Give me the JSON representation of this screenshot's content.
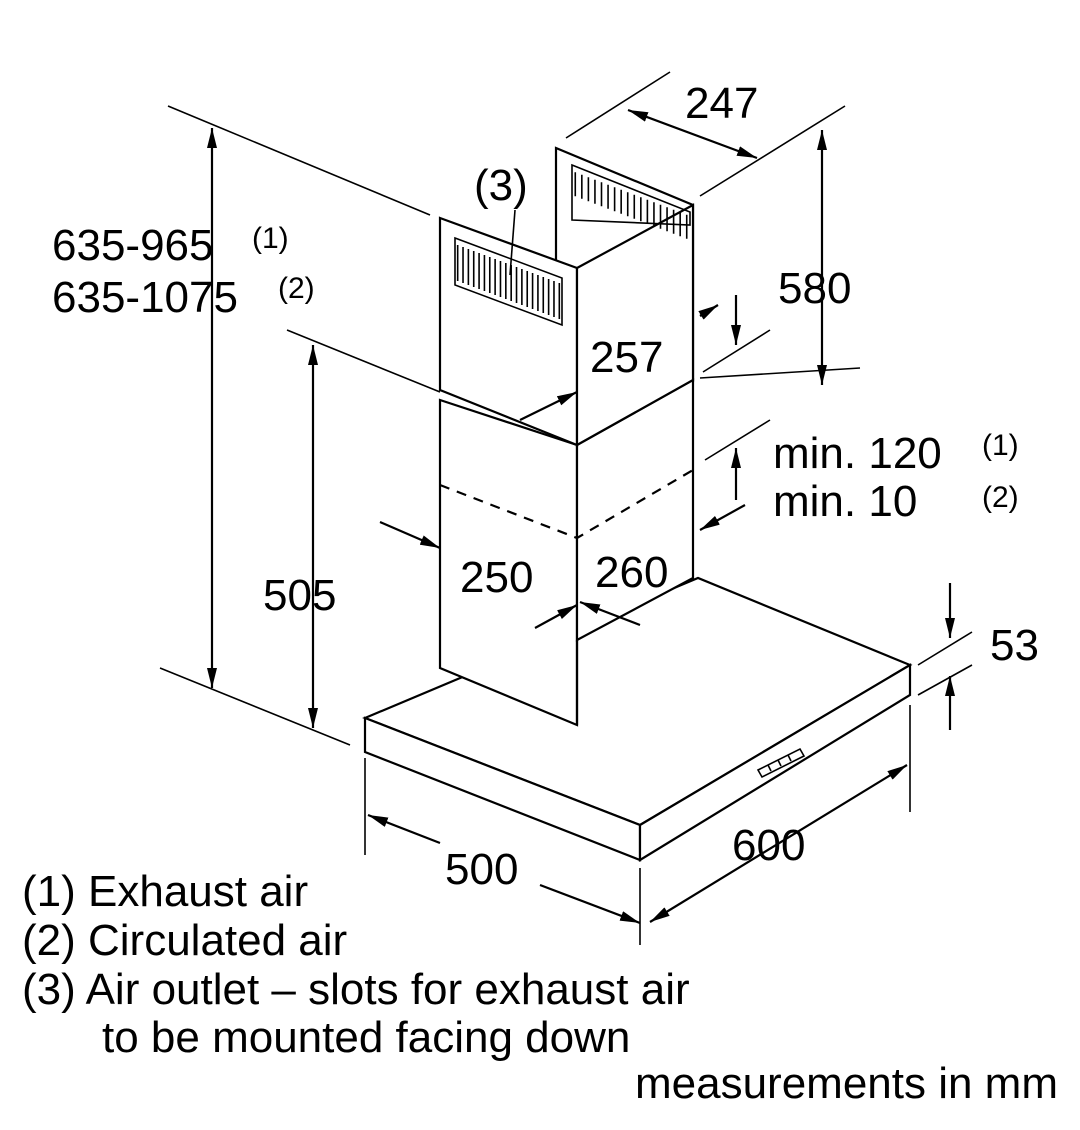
{
  "dimensions": {
    "chimney_depth": "247",
    "outlet_ref": "(3)",
    "total_height_1": "635-965",
    "total_height_1_note": "(1)",
    "total_height_2": "635-1075",
    "total_height_2_note": "(2)",
    "upper_chimney_height": "580",
    "upper_chimney_width": "257",
    "overlap_1": "min. 120",
    "overlap_1_note": "(1)",
    "overlap_2": "min. 10",
    "overlap_2_note": "(2)",
    "lower_chimney_height": "505",
    "lower_chimney_depth": "250",
    "lower_chimney_width": "260",
    "hood_thickness": "53",
    "hood_width": "600",
    "hood_depth": "500"
  },
  "legend": [
    "(1) Exhaust air",
    "(2) Circulated air",
    "(3) Air outlet – slots for exhaust air",
    "to be mounted facing down"
  ],
  "units_note": "measurements in mm"
}
